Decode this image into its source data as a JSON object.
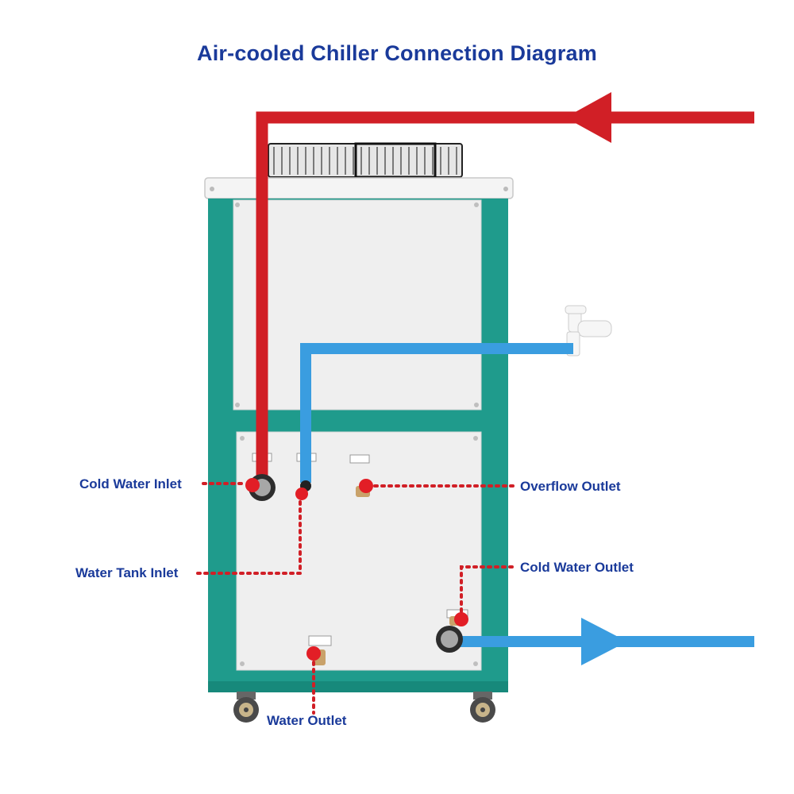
{
  "title": "Air-cooled Chiller Connection Diagram",
  "labels": {
    "cold_water_inlet": "Cold Water Inlet",
    "water_tank_inlet": "Water Tank Inlet",
    "overflow_outlet": "Overflow Outlet",
    "cold_water_outlet": "Cold Water Outlet",
    "water_outlet": "Water Outlet"
  },
  "colors": {
    "title_text": "#1a3a9a",
    "hot_pipe": "#d11f26",
    "cold_pipe": "#3a9de0",
    "cabinet_frame": "#1f9b8c",
    "panel": "#efefef",
    "dot_leader": "#d11f26"
  }
}
